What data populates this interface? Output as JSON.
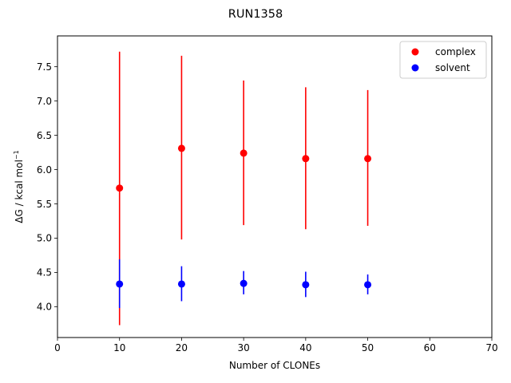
{
  "chart_data": {
    "type": "scatter",
    "title": "RUN1358",
    "xlabel": "Number of CLONEs",
    "ylabel": "ΔG / kcal mol",
    "ylabel_sup": "−1",
    "xlim": [
      0,
      70
    ],
    "ylim": [
      3.55,
      7.95
    ],
    "xticks": [
      0,
      10,
      20,
      30,
      40,
      50,
      60,
      70
    ],
    "yticks": [
      4.0,
      4.5,
      5.0,
      5.5,
      6.0,
      6.5,
      7.0,
      7.5
    ],
    "grid": false,
    "legend_position": "top-right",
    "series": [
      {
        "name": "complex",
        "color": "#ff0000",
        "x": [
          10,
          20,
          30,
          40,
          50
        ],
        "y": [
          5.73,
          6.31,
          6.24,
          6.16,
          6.16
        ],
        "err_low": [
          3.73,
          4.98,
          5.19,
          5.13,
          5.18
        ],
        "err_high": [
          7.72,
          7.66,
          7.3,
          7.2,
          7.16
        ]
      },
      {
        "name": "solvent",
        "color": "#0000ff",
        "x": [
          10,
          20,
          30,
          40,
          50
        ],
        "y": [
          4.33,
          4.33,
          4.34,
          4.32,
          4.32
        ],
        "err_low": [
          3.98,
          4.08,
          4.18,
          4.14,
          4.18
        ],
        "err_high": [
          4.69,
          4.59,
          4.52,
          4.51,
          4.47
        ]
      }
    ]
  }
}
